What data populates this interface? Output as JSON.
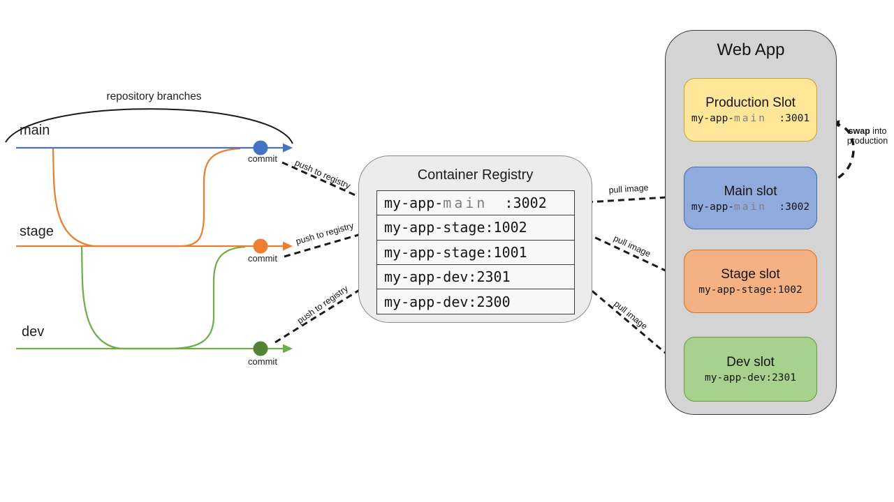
{
  "branches": {
    "caption": "repository branches",
    "items": [
      {
        "label": "main",
        "commit_label": "commit",
        "color": "#4472C4",
        "dot_color": "#4472C4"
      },
      {
        "label": "stage",
        "commit_label": "commit",
        "color": "#ED7D31",
        "dot_color": "#ED7D31"
      },
      {
        "label": "dev",
        "commit_label": "commit",
        "color": "#70AD47",
        "dot_color": "#548235"
      }
    ]
  },
  "arrows": {
    "push_labels": [
      "push to registry",
      "push to registry",
      "push to registry"
    ],
    "pull_labels": [
      "pull image",
      "pull image",
      "pull image"
    ],
    "swap": {
      "bold": "swap",
      "rest": " into",
      "line2": "production"
    }
  },
  "registry": {
    "title": "Container Registry",
    "rows": [
      {
        "prefix": "my-app-",
        "highlight": "main",
        "suffix": "  :3002"
      },
      {
        "text": "my-app-stage:1002"
      },
      {
        "text": "my-app-stage:1001"
      },
      {
        "text": "my-app-dev:2301"
      },
      {
        "text": "my-app-dev:2300"
      }
    ]
  },
  "web_app": {
    "title": "Web App",
    "slots": [
      {
        "title": "Production Slot",
        "image_prefix": "my-app-",
        "image_highlight": "main",
        "image_suffix": "  :3001",
        "fill": "#FFE699",
        "border": "#C9A227"
      },
      {
        "title": "Main slot",
        "image_prefix": "my-app-",
        "image_highlight": "main",
        "image_suffix": "  :3002",
        "fill": "#8FAADC",
        "border": "#4169B2"
      },
      {
        "title": "Stage slot",
        "image_text": "my-app-stage:1002",
        "fill": "#F4B183",
        "border": "#DE6B1F"
      },
      {
        "title": "Dev slot",
        "image_text": "my-app-dev:2301",
        "fill": "#A9D18E",
        "border": "#5F9C41"
      }
    ]
  }
}
